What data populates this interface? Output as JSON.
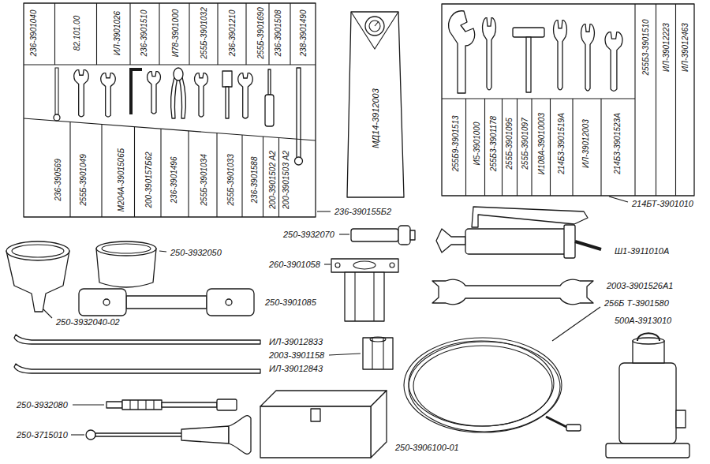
{
  "diagram": {
    "labels": [
      "236-3901040",
      "82.101.00",
      "ИЛ-3901026",
      "236-3901510",
      "И78-3901000",
      "255Б-3901032",
      "236-3901210",
      "255Б-3901690",
      "236-3901508",
      "238-3901490",
      "236-390569",
      "255Б-3901049",
      "М204А-3901506Б",
      "200-390157Б62",
      "236-3901496",
      "255Б-3901034",
      "255Б-3901033",
      "236-3901588",
      "200-3901502 А2",
      "200-3901503 А2",
      "236-390155Б2",
      "МД14-3912003",
      "255Б9-3901513",
      "И5-3901000",
      "255Б3-3901178",
      "255Б-3901095",
      "255Б-3901097",
      "И108А-39010003",
      "214Б3-3901519А",
      "ИЛ-39012003",
      "214Б3-3901523А",
      "255Б3-3901510",
      "ИЛ-39012223",
      "ИЛ-39012463",
      "214БТ-3901010",
      "250-3932070",
      "250-3932050",
      "Ш1-3911010А",
      "260-3901058",
      "2003-3901526А1",
      "250-3901085",
      "256Б Т-3901580",
      "500А-3913010",
      "250-3932040-02",
      "ИЛ-39012833",
      "2003-3901158",
      "ИЛ-39012843",
      "250-3932080",
      "250-3715010",
      "250-3906100-01"
    ]
  }
}
